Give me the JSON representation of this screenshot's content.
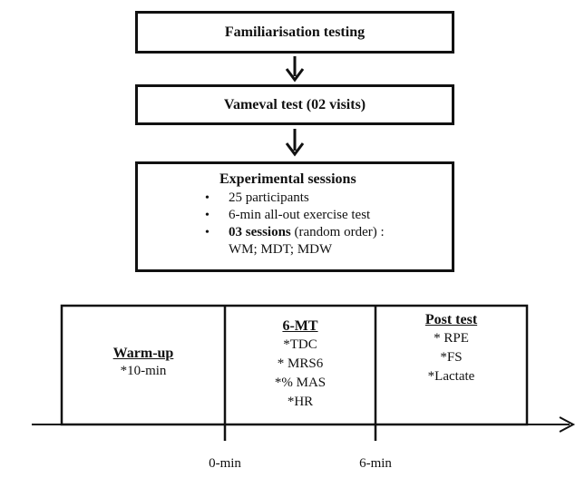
{
  "flow": {
    "step1": "Familiarisation testing",
    "step2": "Vameval test (02 visits)",
    "step3": {
      "title": "Experimental sessions",
      "items": [
        {
          "bold": "",
          "text": "25 participants"
        },
        {
          "bold": "",
          "text": "6-min all-out exercise test"
        },
        {
          "bold": "03 sessions",
          "text": " (random order) :"
        }
      ],
      "continuation": "WM; MDT; MDW"
    }
  },
  "timeline": {
    "phases": [
      {
        "title": "Warm-up",
        "items": [
          "*10-min"
        ]
      },
      {
        "title": "6-MT",
        "items": [
          "*TDC",
          "* MRS6",
          "*% MAS",
          "*HR"
        ]
      },
      {
        "title": "Post test",
        "items": [
          "* RPE",
          "*FS",
          "*Lactate"
        ]
      }
    ],
    "marks": [
      "0-min",
      "6-min"
    ]
  }
}
